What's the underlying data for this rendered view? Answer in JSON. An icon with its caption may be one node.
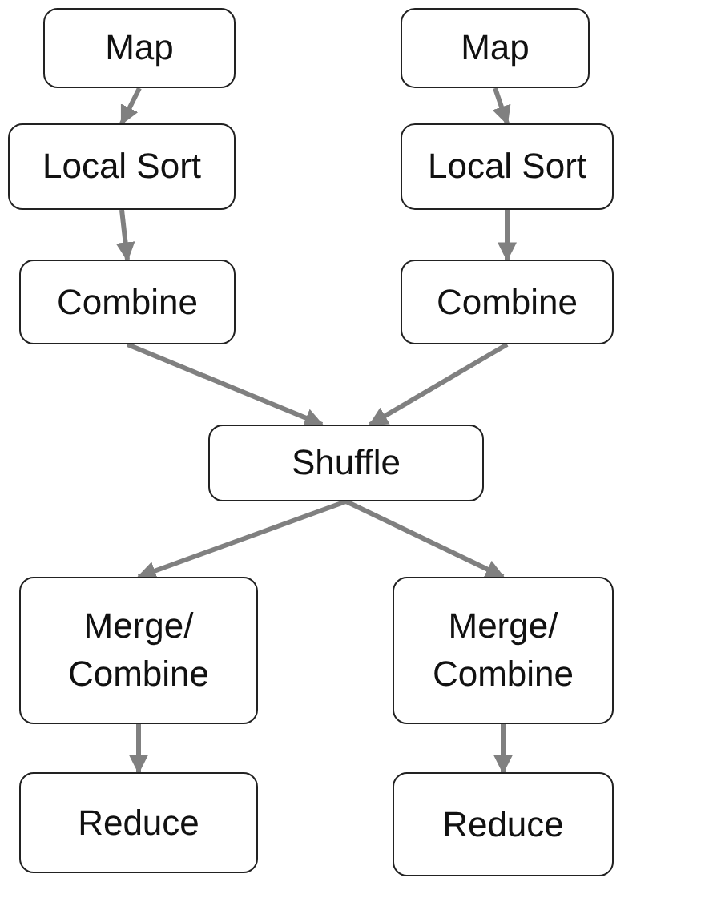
{
  "diagram": {
    "nodes": [
      {
        "text": [
          "Map"
        ]
      },
      {
        "text": [
          "Map"
        ]
      },
      {
        "text": [
          "Local Sort"
        ]
      },
      {
        "text": [
          "Local Sort"
        ]
      },
      {
        "text": [
          "Combine"
        ]
      },
      {
        "text": [
          "Combine"
        ]
      },
      {
        "text": [
          "Shuffle"
        ]
      },
      {
        "text": [
          "Merge/ Combine"
        ]
      },
      {
        "text": [
          "Merge/ Combine"
        ]
      },
      {
        "text": [
          "Reduce"
        ]
      },
      {
        "text": [
          "Reduce"
        ]
      }
    ],
    "edges": [
      {
        "from": 0,
        "to": 2,
        "arrow": "to"
      },
      {
        "from": 1,
        "to": 3,
        "arrow": "to"
      },
      {
        "from": 2,
        "to": 4,
        "arrow": "to"
      },
      {
        "from": 3,
        "to": 5,
        "arrow": "to"
      },
      {
        "from": 4,
        "to": 6,
        "arrow": "to"
      },
      {
        "from": 5,
        "to": 6,
        "arrow": "to"
      },
      {
        "from": 6,
        "to": 7,
        "arrow": "to"
      },
      {
        "from": 6,
        "to": 8,
        "arrow": "to"
      },
      {
        "from": 7,
        "to": 9,
        "arrow": "to"
      },
      {
        "from": 8,
        "to": 10,
        "arrow": "to"
      }
    ]
  }
}
